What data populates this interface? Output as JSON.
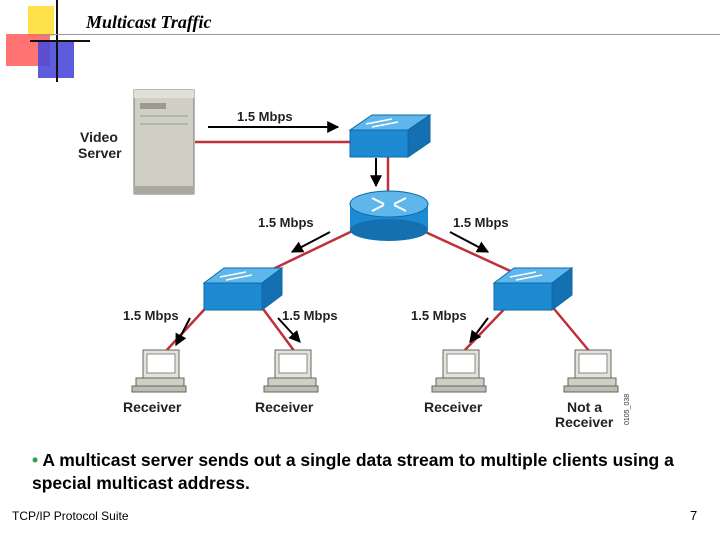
{
  "slide": {
    "title": "Multicast Traffic",
    "bullet_marker": "•",
    "bullet_text": "A multicast server sends out a single data stream to multiple clients using a special multicast address.",
    "footer": "TCP/IP Protocol Suite",
    "page_number": "7"
  },
  "diagram": {
    "server_label_line1": "Video",
    "server_label_line2": "Server",
    "rate_label": "1.5 Mbps",
    "receiver_label": "Receiver",
    "not_receiver_line1": "Not a",
    "not_receiver_line2": "Receiver",
    "figure_code": "0105_038",
    "colors": {
      "device_blue": "#1e8ad1",
      "link_red": "#c0303a",
      "arrow": "#000000"
    }
  }
}
